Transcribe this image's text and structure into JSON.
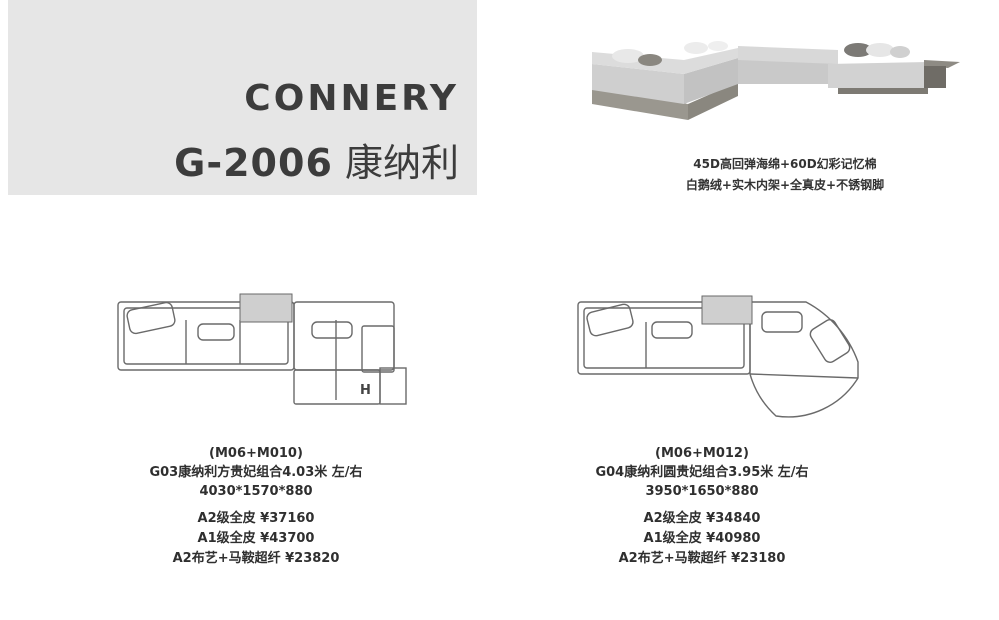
{
  "header": {
    "brand": "CONNERY",
    "model_code": "G-2006",
    "model_name": "康纳利"
  },
  "materials": {
    "line1": "45D高回弹海绵+60D幻彩记忆棉",
    "line2": "白鹅绒+实木内架+全真皮+不锈钢脚"
  },
  "products": [
    {
      "modules": "(M06+M010)",
      "name": "G03康纳利方贵妃组合4.03米 左/右",
      "dimensions": "4030*1570*880",
      "prices": [
        "A2级全皮  ¥37160",
        "A1级全皮  ¥43700",
        "A2布艺+马鞍超纤  ¥23820"
      ],
      "plan_mark": "H"
    },
    {
      "modules": "(M06+M012)",
      "name": "G04康纳利圆贵妃组合3.95米 左/右",
      "dimensions": "3950*1650*880",
      "prices": [
        "A2级全皮  ¥34840",
        "A1级全皮  ¥40980",
        "A2布艺+马鞍超纤  ¥23180"
      ]
    }
  ]
}
